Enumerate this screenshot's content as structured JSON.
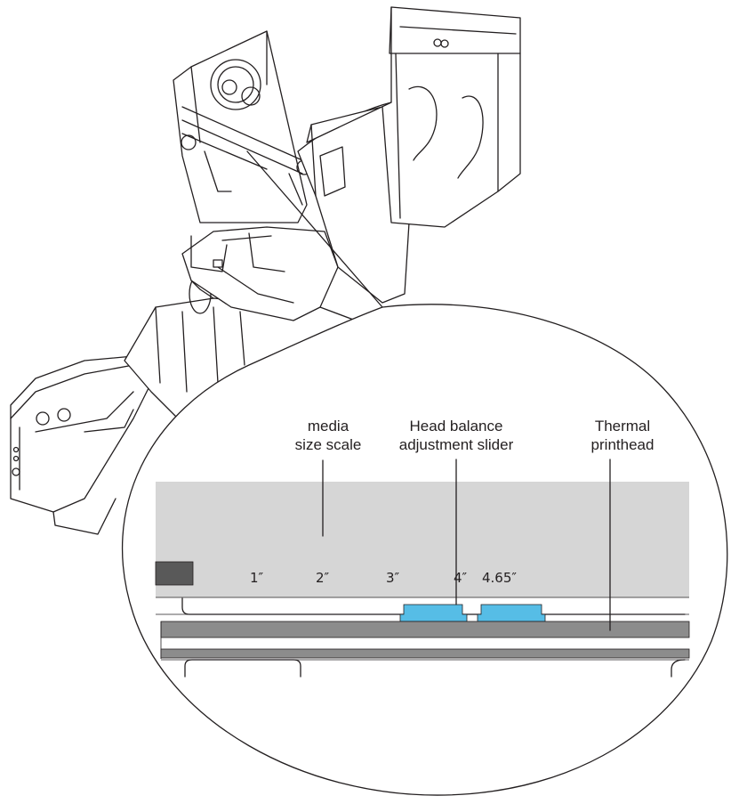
{
  "callouts": {
    "media_size_scale": [
      "media",
      "size scale"
    ],
    "head_balance_slider": [
      "Head balance",
      "adjustment slider"
    ],
    "thermal_printhead": [
      "Thermal",
      "printhead"
    ]
  },
  "scale_marks": [
    "1″",
    "2″",
    "3″",
    "4″",
    "4.65″"
  ],
  "colors": {
    "ink": "#231f20",
    "plate_gray": "#d6d6d6",
    "printhead_gray": "#8c8c8c",
    "slider_blue": "#56bde6",
    "dark_block": "#595959"
  }
}
